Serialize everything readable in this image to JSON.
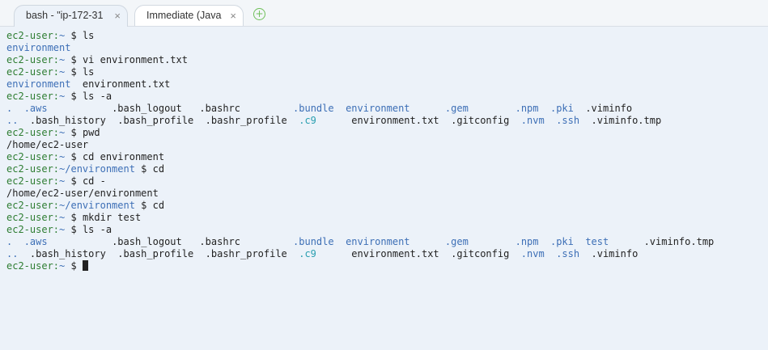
{
  "tabs": [
    {
      "label": "bash - \"ip-172-31",
      "close": "×"
    },
    {
      "label": "Immediate (Java",
      "close": "×"
    }
  ],
  "add_tab_icon": "⊕",
  "terminal": {
    "lines": [
      [
        {
          "t": "ec2-user:",
          "c": "prompt-user"
        },
        {
          "t": "~",
          "c": "prompt-path"
        },
        {
          "t": " $ ls",
          "c": ""
        }
      ],
      [
        {
          "t": "environment",
          "c": "dir"
        }
      ],
      [
        {
          "t": "ec2-user:",
          "c": "prompt-user"
        },
        {
          "t": "~",
          "c": "prompt-path"
        },
        {
          "t": " $ vi environment.txt",
          "c": ""
        }
      ],
      [
        {
          "t": "ec2-user:",
          "c": "prompt-user"
        },
        {
          "t": "~",
          "c": "prompt-path"
        },
        {
          "t": " $ ls",
          "c": ""
        }
      ],
      [
        {
          "t": "environment",
          "c": "dir"
        },
        {
          "t": "  environment.txt",
          "c": ""
        }
      ],
      [
        {
          "t": "ec2-user:",
          "c": "prompt-user"
        },
        {
          "t": "~",
          "c": "prompt-path"
        },
        {
          "t": " $ ls -a",
          "c": ""
        }
      ],
      [
        {
          "t": ".",
          "c": "dir"
        },
        {
          "t": "  ",
          "c": ""
        },
        {
          "t": ".aws",
          "c": "dir"
        },
        {
          "t": "           .bash_logout   .bashrc         ",
          "c": ""
        },
        {
          "t": ".bundle",
          "c": "dir"
        },
        {
          "t": "  ",
          "c": ""
        },
        {
          "t": "environment",
          "c": "dir"
        },
        {
          "t": "      ",
          "c": ""
        },
        {
          "t": ".gem",
          "c": "dir"
        },
        {
          "t": "        ",
          "c": ""
        },
        {
          "t": ".npm",
          "c": "dir"
        },
        {
          "t": "  ",
          "c": ""
        },
        {
          "t": ".pki",
          "c": "dir"
        },
        {
          "t": "  .viminfo",
          "c": ""
        }
      ],
      [
        {
          "t": "..",
          "c": "dir"
        },
        {
          "t": "  .bash_history  .bash_profile  .bashr_profile  ",
          "c": ""
        },
        {
          "t": ".c9",
          "c": "exe"
        },
        {
          "t": "      environment.txt  .gitconfig  ",
          "c": ""
        },
        {
          "t": ".nvm",
          "c": "dir"
        },
        {
          "t": "  ",
          "c": ""
        },
        {
          "t": ".ssh",
          "c": "dir"
        },
        {
          "t": "  .viminfo.tmp",
          "c": ""
        }
      ],
      [
        {
          "t": "ec2-user:",
          "c": "prompt-user"
        },
        {
          "t": "~",
          "c": "prompt-path"
        },
        {
          "t": " $ pwd",
          "c": ""
        }
      ],
      [
        {
          "t": "/home/ec2-user",
          "c": ""
        }
      ],
      [
        {
          "t": "ec2-user:",
          "c": "prompt-user"
        },
        {
          "t": "~",
          "c": "prompt-path"
        },
        {
          "t": " $ cd environment",
          "c": ""
        }
      ],
      [
        {
          "t": "ec2-user:",
          "c": "prompt-user"
        },
        {
          "t": "~/environment",
          "c": "prompt-path"
        },
        {
          "t": " $ cd",
          "c": ""
        }
      ],
      [
        {
          "t": "ec2-user:",
          "c": "prompt-user"
        },
        {
          "t": "~",
          "c": "prompt-path"
        },
        {
          "t": " $ cd -",
          "c": ""
        }
      ],
      [
        {
          "t": "/home/ec2-user/environment",
          "c": ""
        }
      ],
      [
        {
          "t": "ec2-user:",
          "c": "prompt-user"
        },
        {
          "t": "~/environment",
          "c": "prompt-path"
        },
        {
          "t": " $ cd",
          "c": ""
        }
      ],
      [
        {
          "t": "ec2-user:",
          "c": "prompt-user"
        },
        {
          "t": "~",
          "c": "prompt-path"
        },
        {
          "t": " $ mkdir test",
          "c": ""
        }
      ],
      [
        {
          "t": "ec2-user:",
          "c": "prompt-user"
        },
        {
          "t": "~",
          "c": "prompt-path"
        },
        {
          "t": " $ ls -a",
          "c": ""
        }
      ],
      [
        {
          "t": ".",
          "c": "dir"
        },
        {
          "t": "  ",
          "c": ""
        },
        {
          "t": ".aws",
          "c": "dir"
        },
        {
          "t": "           .bash_logout   .bashrc         ",
          "c": ""
        },
        {
          "t": ".bundle",
          "c": "dir"
        },
        {
          "t": "  ",
          "c": ""
        },
        {
          "t": "environment",
          "c": "dir"
        },
        {
          "t": "      ",
          "c": ""
        },
        {
          "t": ".gem",
          "c": "dir"
        },
        {
          "t": "        ",
          "c": ""
        },
        {
          "t": ".npm",
          "c": "dir"
        },
        {
          "t": "  ",
          "c": ""
        },
        {
          "t": ".pki",
          "c": "dir"
        },
        {
          "t": "  ",
          "c": ""
        },
        {
          "t": "test",
          "c": "dir"
        },
        {
          "t": "      .viminfo.tmp",
          "c": ""
        }
      ],
      [
        {
          "t": "..",
          "c": "dir"
        },
        {
          "t": "  .bash_history  .bash_profile  .bashr_profile  ",
          "c": ""
        },
        {
          "t": ".c9",
          "c": "exe"
        },
        {
          "t": "      environment.txt  .gitconfig  ",
          "c": ""
        },
        {
          "t": ".nvm",
          "c": "dir"
        },
        {
          "t": "  ",
          "c": ""
        },
        {
          "t": ".ssh",
          "c": "dir"
        },
        {
          "t": "  .viminfo",
          "c": ""
        }
      ],
      [
        {
          "t": "ec2-user:",
          "c": "prompt-user"
        },
        {
          "t": "~",
          "c": "prompt-path"
        },
        {
          "t": " $ ",
          "c": ""
        }
      ]
    ]
  },
  "colors": {
    "background": "#ecf2f9",
    "prompt_user": "#2e7d32",
    "directory": "#3d6fb6",
    "executable": "#2a9fb0"
  }
}
